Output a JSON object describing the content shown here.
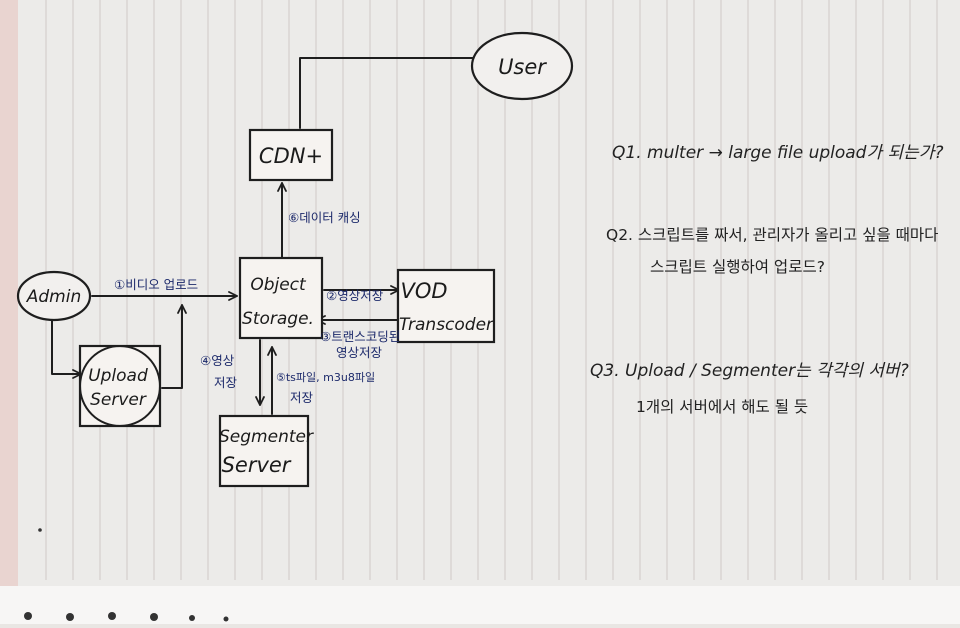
{
  "diagram": {
    "nodes": {
      "user": "User",
      "cdn": "CDN+",
      "admin": "Admin",
      "upload_server": [
        "Upload",
        "Server"
      ],
      "object_storage": [
        "Object",
        "Storage."
      ],
      "vod_transcoder": [
        "VOD",
        "Transcoder"
      ],
      "segmenter_server": [
        "Segmenter",
        "Server"
      ]
    },
    "steps": {
      "s1": "①비디오 업로드",
      "s2": "②영상저장",
      "s3": [
        "③트랜스코딩된",
        "영상저장"
      ],
      "s4": [
        "④영상",
        "저장"
      ],
      "s5": [
        "⑤ts파일, m3u8파일",
        "저장"
      ],
      "s6": "⑥데이터 캐싱"
    }
  },
  "questions": {
    "q1": "Q1. multer → large file upload가 되는가?",
    "q2": [
      "Q2. 스크립트를 짜서, 관리자가 올리고 싶을 때마다",
      "스크립트 실행하여 업로드?"
    ],
    "q3": [
      "Q3. Upload / Segmenter는 각각의 서버?",
      "1개의 서버에서 해도 될 듯"
    ]
  },
  "colors": {
    "ink": "#1e1e1e",
    "annotation_blue": "#1d2a6b",
    "paper": "#ecebe9",
    "rule_line": "#cfcac6"
  }
}
